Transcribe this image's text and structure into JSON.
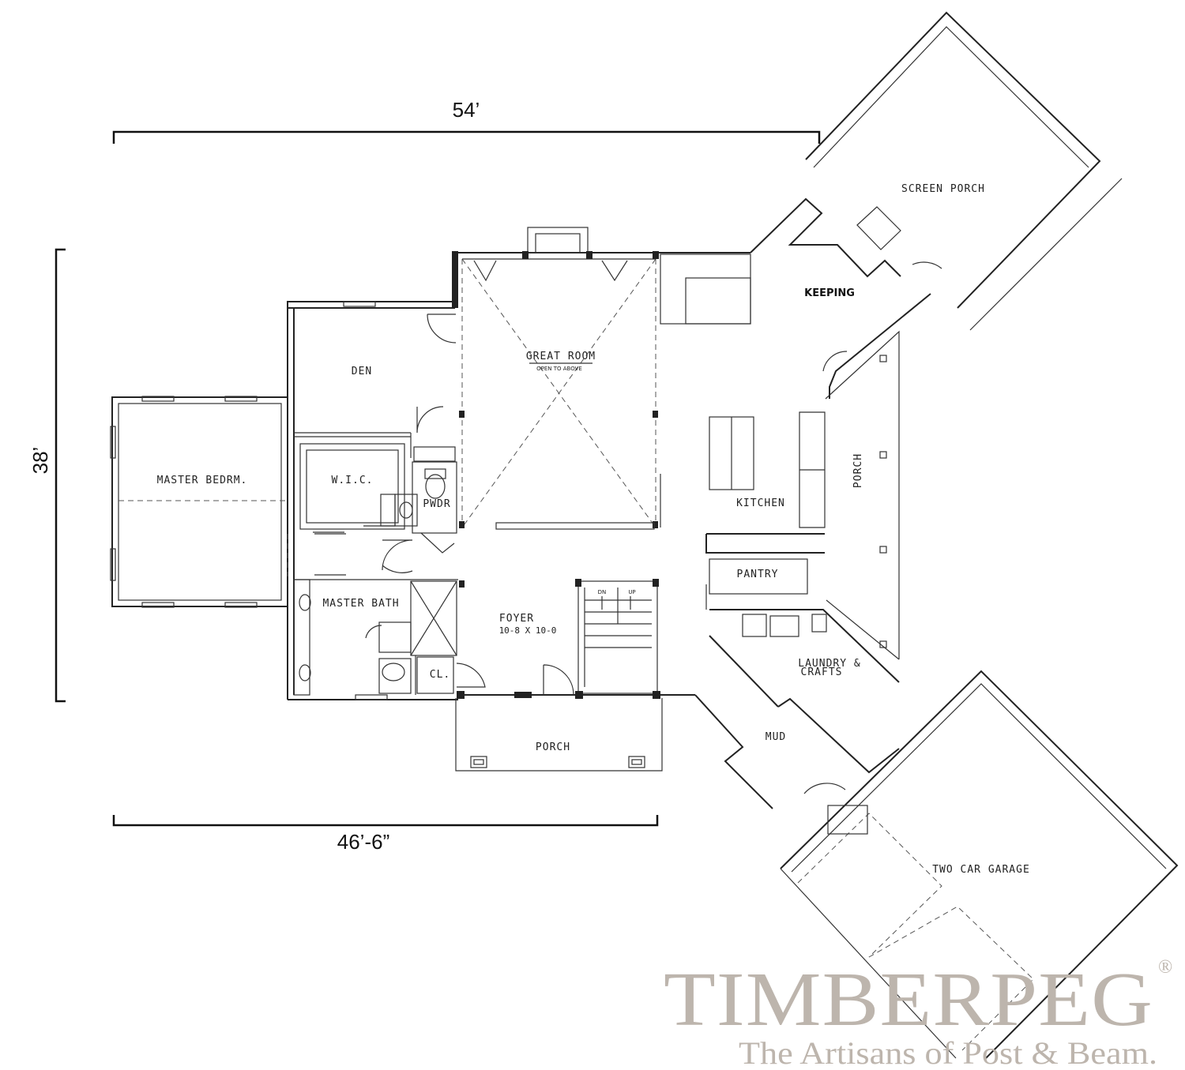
{
  "dimensions": {
    "top_width": "54’",
    "left_height": "38’",
    "bottom_width": "46’-6”"
  },
  "rooms": {
    "great_room": "GREAT ROOM",
    "great_room_note": "OPEN TO ABOVE",
    "den": "DEN",
    "master_bedroom": "MASTER BEDRM.",
    "wic": "W.I.C.",
    "powder": "PWDR",
    "master_bath": "MASTER BATH",
    "closet": "CL.",
    "foyer": "FOYER",
    "foyer_size": "10-8 X 10-0",
    "front_porch": "PORCH",
    "kitchen": "KITCHEN",
    "pantry": "PANTRY",
    "laundry_line1": "LAUNDRY &",
    "laundry_line2": "CRAFTS",
    "mud": "MUD",
    "side_porch": "PORCH",
    "keeping": "KEEPING",
    "screen_porch": "SCREEN PORCH",
    "garage": "TWO CAR GARAGE",
    "stair_down": "DN",
    "stair_up": "UP"
  },
  "brand": {
    "name": "TIMBERPEG",
    "registered": "®",
    "tagline": "The Artisans of Post & Beam."
  }
}
